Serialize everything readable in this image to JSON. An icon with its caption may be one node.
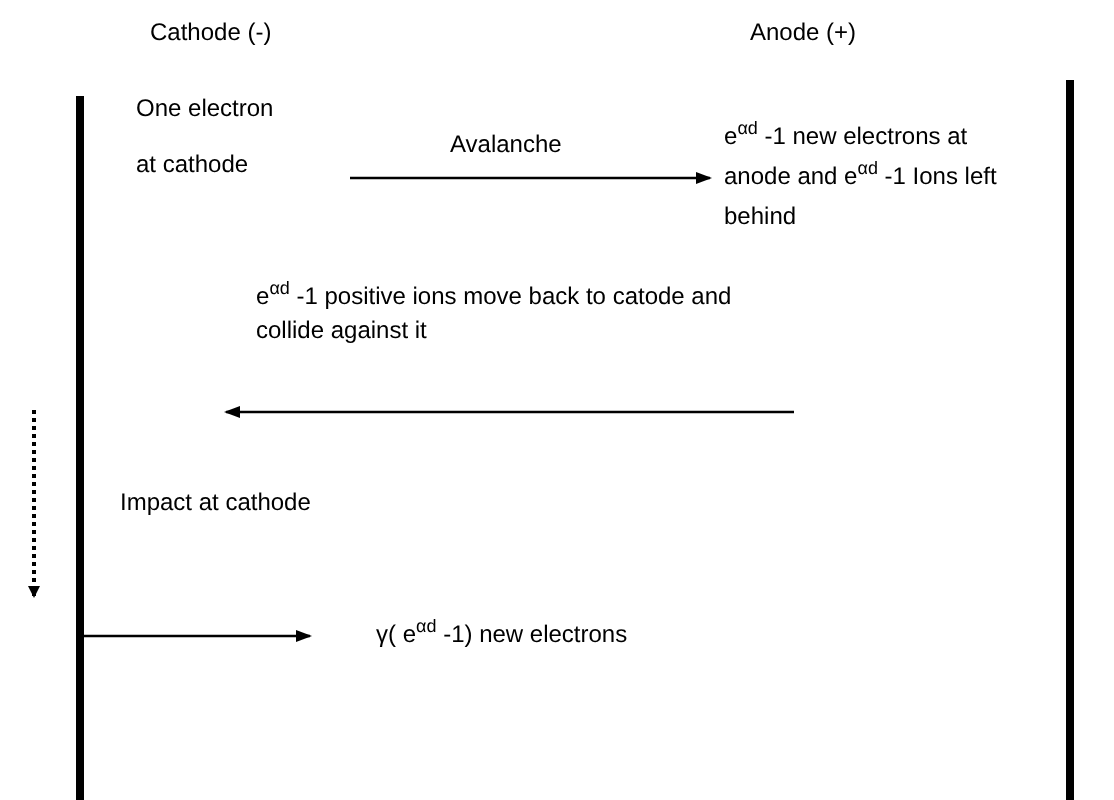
{
  "diagram": {
    "nodes": [
      {
        "text": [],
        "shape": "bar"
      },
      {
        "text": [],
        "shape": "bar"
      },
      {
        "text": [
          "One electron at cathode"
        ]
      },
      {
        "text": [
          "e$^{αd}$ -1 new electrons at anode and e$^{αd}$ -1 Ions left behind"
        ]
      },
      {
        "text": [
          "γ( e$^{αd}$ -1) new electrons"
        ]
      }
    ],
    "edges": [
      {
        "from": 2,
        "to": 3,
        "arrow": "to",
        "label": "Avalanche"
      },
      {
        "from": null,
        "to": 0,
        "arrow": "to",
        "label": "e$^{αd}$ -1 positive ions move back to catode and collide against it"
      },
      {
        "from": 0,
        "to": 4,
        "arrow": "to"
      }
    ],
    "labels": [
      "Cathode (-)",
      "Anode (+)",
      "Impact at cathode"
    ]
  }
}
